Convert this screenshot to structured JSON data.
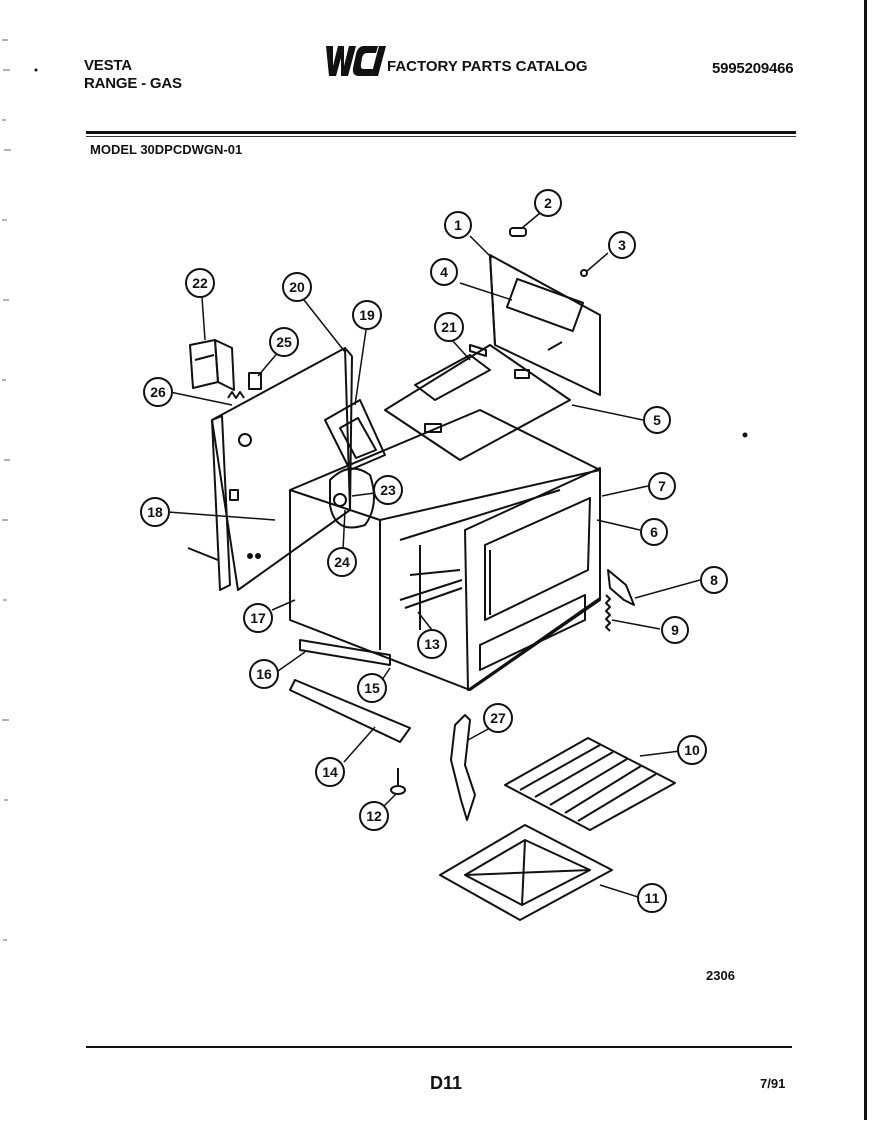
{
  "header": {
    "brand": "VESTA",
    "product": "RANGE - GAS",
    "logo_text": "WCI",
    "catalog_title": "FACTORY PARTS CATALOG",
    "catalog_number": "5995209466",
    "model": "MODEL 30DPCDWGN-01"
  },
  "diagram": {
    "callouts": [
      "1",
      "2",
      "3",
      "4",
      "5",
      "6",
      "7",
      "8",
      "9",
      "10",
      "11",
      "12",
      "13",
      "14",
      "15",
      "16",
      "17",
      "18",
      "19",
      "20",
      "21",
      "22",
      "23",
      "24",
      "25",
      "26",
      "27"
    ]
  },
  "footer": {
    "figure_number": "2306",
    "page_id": "D11",
    "date": "7/91"
  }
}
